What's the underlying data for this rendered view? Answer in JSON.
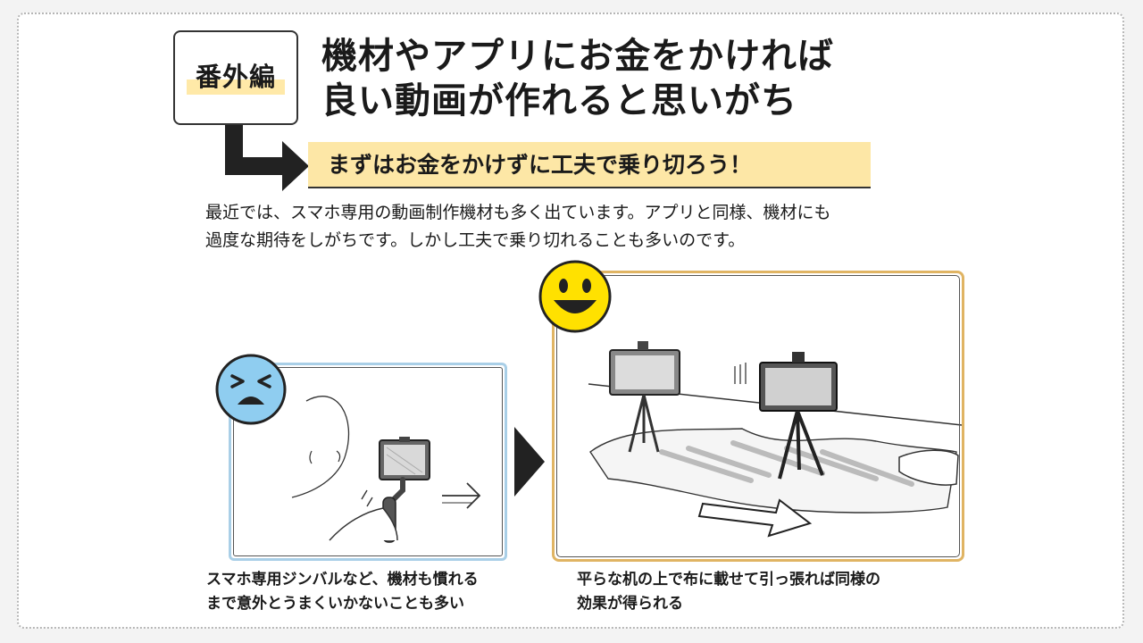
{
  "header": {
    "tag": "番外編",
    "title_lines": [
      "機材やアプリにお金をかければ",
      "良い動画が作れると思いがち"
    ],
    "subtitle": "まずはお金をかけずに工夫で乗り切ろう！"
  },
  "body": {
    "lines": [
      "最近では、スマホ専用の動画制作機材も多く出ています。アプリと同様、機材にも",
      "過度な期待をしがちです。しかし工夫で乗り切れることも多いのです。"
    ]
  },
  "captions": {
    "left": [
      "スマホ専用ジンバルなど、機材も慣れる",
      "まで意外とうまくいかないことも多い"
    ],
    "right": [
      "平らな机の上で布に載せて引っ張れば同様の",
      "効果が得られる"
    ]
  },
  "colors": {
    "highlight": "#fde7a6",
    "sad_face": "#8fcdf0",
    "happy_face": "#ffe100",
    "left_frame": "#a9cfe7",
    "right_frame": "#e0b463"
  },
  "icons": {
    "sad": "tired-face-icon",
    "happy": "smiley-face-icon",
    "arrow": "right-triangle-arrow-icon"
  }
}
